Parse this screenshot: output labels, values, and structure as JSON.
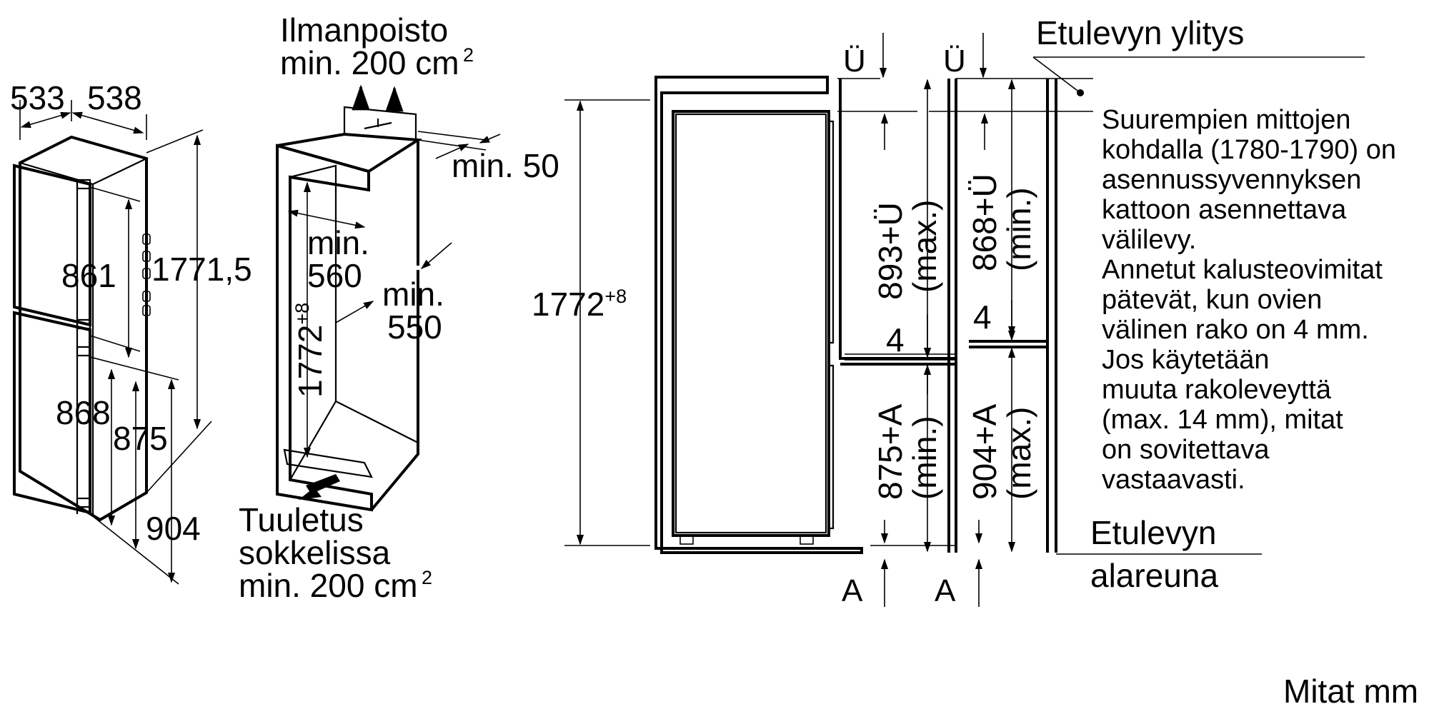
{
  "left_dims": {
    "depth_a": "533",
    "depth_b": "538",
    "upper_door": "861",
    "total_height": "1771,5",
    "lower_door": "868",
    "lower_door_b": "875",
    "lower_total": "904"
  },
  "niche": {
    "air_out_line1": "Ilmanpoisto",
    "air_out_line2": "min. 200 cm",
    "air_out_sup": "2",
    "top_gap": "min. 50",
    "depth_line1": "min.",
    "depth_line2": "560",
    "width_line1": "min.",
    "width_line2": "550",
    "height": "1772",
    "height_sup": "+8",
    "vent_line1": "Tuuletus",
    "vent_line2": "sokkelissa",
    "vent_line3": "min. 200 cm",
    "vent_sup": "2"
  },
  "side_view": {
    "height": "1772",
    "height_sup": "+8",
    "u_left": "Ü",
    "u_right": "Ü",
    "upper_max": "893+Ü",
    "upper_max_note": "(max.)",
    "upper_min": "868+Ü",
    "upper_min_note": "(min.)",
    "gap_left": "4",
    "gap_right": "4",
    "lower_min": "875+A",
    "lower_min_note": "(min.)",
    "lower_max": "904+A",
    "lower_max_note": "(max.)",
    "a_left": "A",
    "a_right": "A"
  },
  "notes": {
    "overhang_title": "Etulevyn ylitys",
    "paragraph": [
      "Suurempien mittojen",
      "kohdalla (1780-1790) on",
      "asennussyvennyksen",
      "kattoon asennettava",
      "välilevy.",
      "Annetut kalusteovimitat",
      "pätevät, kun ovien",
      "välinen rako on 4 mm.",
      "Jos käytetään",
      "muuta rakoleveyttä",
      "(max. 14 mm), mitat",
      "on sovitettava",
      "vastaavasti."
    ],
    "bottom_edge_line1": "Etulevyn",
    "bottom_edge_line2": "alareuna",
    "units": "Mitat mm"
  }
}
